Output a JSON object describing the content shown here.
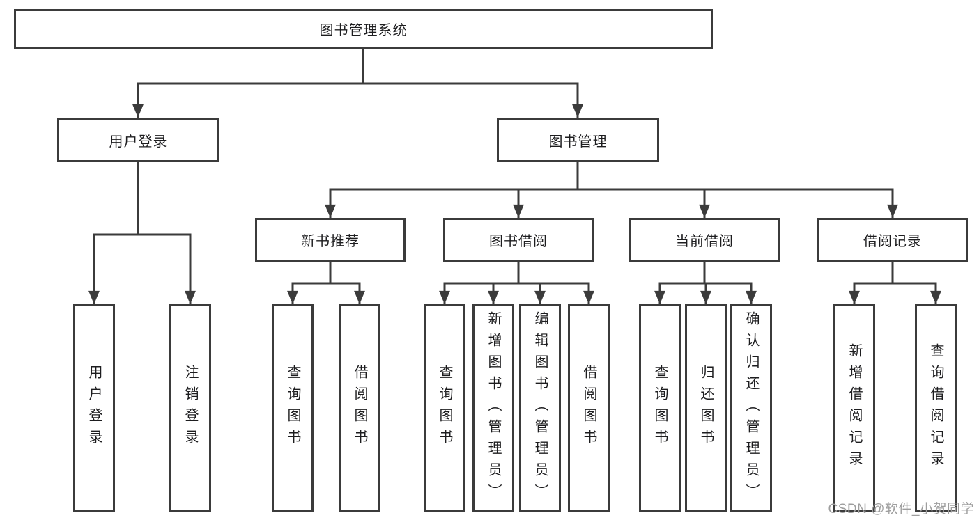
{
  "diagram": {
    "root": {
      "label": "图书管理系统"
    },
    "level2": [
      {
        "label": "用户登录"
      },
      {
        "label": "图书管理"
      }
    ],
    "level3": [
      {
        "label": "新书推荐"
      },
      {
        "label": "图书借阅"
      },
      {
        "label": "当前借阅"
      },
      {
        "label": "借阅记录"
      }
    ],
    "leaves": [
      {
        "label": "用户登录"
      },
      {
        "label": "注销登录"
      },
      {
        "label": "查询图书"
      },
      {
        "label": "借阅图书"
      },
      {
        "label": "查询图书"
      },
      {
        "label": "新增图书（管理员）"
      },
      {
        "label": "编辑图书（管理员）"
      },
      {
        "label": "借阅图书"
      },
      {
        "label": "查询图书"
      },
      {
        "label": "归还图书"
      },
      {
        "label": "确认归还（管理员）"
      },
      {
        "label": "新增借阅记录"
      },
      {
        "label": "查询借阅记录"
      }
    ],
    "watermark": "CSDN @软件_小贺同学",
    "colors": {
      "line": "#3b3b3b",
      "text": "#1d1d1f",
      "watermark": "#9e9e9e",
      "background": "#ffffff"
    }
  }
}
